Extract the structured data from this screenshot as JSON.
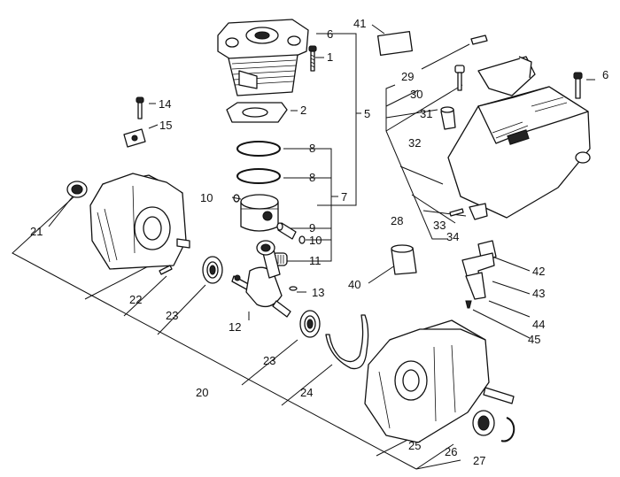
{
  "callouts": {
    "c1": "1",
    "c2": "2",
    "c5": "5",
    "c6a": "6",
    "c6b": "6",
    "c7": "7",
    "c8a": "8",
    "c8b": "8",
    "c9": "9",
    "c10a": "10",
    "c10b": "10",
    "c11": "11",
    "c12": "12",
    "c13": "13",
    "c14": "14",
    "c15": "15",
    "c20": "20",
    "c21": "21",
    "c22": "22",
    "c23a": "23",
    "c23b": "23",
    "c24": "24",
    "c25": "25",
    "c26": "26",
    "c27": "27",
    "c28": "28",
    "c29": "29",
    "c30": "30",
    "c31": "31",
    "c32": "32",
    "c33": "33",
    "c34": "34",
    "c40": "40",
    "c41": "41",
    "c42": "42",
    "c43": "43",
    "c44": "44",
    "c45": "45"
  }
}
